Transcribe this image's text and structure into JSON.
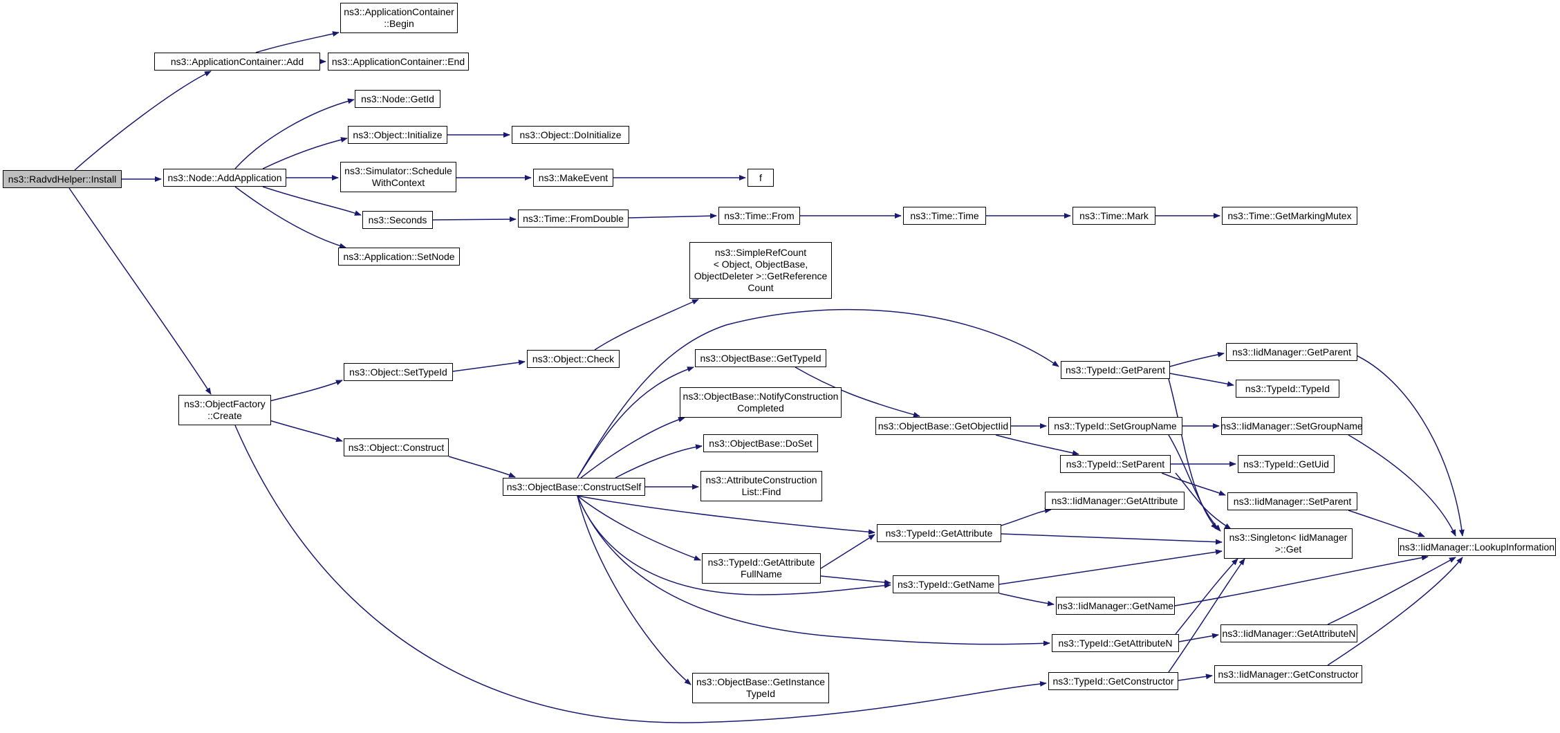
{
  "graph": {
    "edge_color": "#191970",
    "root_fill": "#bfbfbf",
    "node_fill": "#ffffff",
    "node_border": "#000000",
    "nodes": {
      "install": "ns3::RadvdHelper::Install",
      "appcont_add": "ns3::ApplicationContainer::Add",
      "appcont_begin": "ns3::ApplicationContainer\n::Begin",
      "appcont_end": "ns3::ApplicationContainer::End",
      "node_getid": "ns3::Node::GetId",
      "node_addapp": "ns3::Node::AddApplication",
      "obj_initialize": "ns3::Object::Initialize",
      "obj_doinitialize": "ns3::Object::DoInitialize",
      "sim_schedule": "ns3::Simulator::Schedule\nWithContext",
      "make_event": "ns3::MakeEvent",
      "f": "f",
      "seconds": "ns3::Seconds",
      "time_fromdouble": "ns3::Time::FromDouble",
      "time_from": "ns3::Time::From",
      "time_time": "ns3::Time::Time",
      "time_mark": "ns3::Time::Mark",
      "time_mutex": "ns3::Time::GetMarkingMutex",
      "app_setnode": "ns3::Application::SetNode",
      "simplerefcount": "ns3::SimpleRefCount\n< Object, ObjectBase,\nObjectDeleter >::GetReference\nCount",
      "objfactory_create": "ns3::ObjectFactory\n::Create",
      "obj_settypeid": "ns3::Object::SetTypeId",
      "obj_check": "ns3::Object::Check",
      "obj_construct": "ns3::Object::Construct",
      "ob_constructself": "ns3::ObjectBase::ConstructSelf",
      "ob_gettypeid": "ns3::ObjectBase::GetTypeId",
      "ob_notify": "ns3::ObjectBase::NotifyConstruction\nCompleted",
      "ob_doset": "ns3::ObjectBase::DoSet",
      "acl_find": "ns3::AttributeConstruction\nList::Find",
      "typeid_getattrfull": "ns3::TypeId::GetAttribute\nFullName",
      "ob_getinstance": "ns3::ObjectBase::GetInstance\nTypeId",
      "ob_getobjectiid": "ns3::ObjectBase::GetObjectIid",
      "typeid_getparent": "ns3::TypeId::GetParent",
      "typeid_setgroupname": "ns3::TypeId::SetGroupName",
      "typeid_setparent": "ns3::TypeId::SetParent",
      "typeid_getattribute": "ns3::TypeId::GetAttribute",
      "typeid_getname": "ns3::TypeId::GetName",
      "typeid_getattributen": "ns3::TypeId::GetAttributeN",
      "typeid_getconstructor": "ns3::TypeId::GetConstructor",
      "iid_getparent": "ns3::IidManager::GetParent",
      "typeid_typeid": "ns3::TypeId::TypeId",
      "iid_setgroupname": "ns3::IidManager::SetGroupName",
      "typeid_getuid": "ns3::TypeId::GetUid",
      "iid_setparent": "ns3::IidManager::SetParent",
      "iid_getattribute": "ns3::IidManager::GetAttribute",
      "singleton_get": "ns3::Singleton< IidManager\n>::Get",
      "iid_getname": "ns3::IidManager::GetName",
      "iid_getattributen": "ns3::IidManager::GetAttributeN",
      "iid_getconstructor": "ns3::IidManager::GetConstructor",
      "iid_lookup": "ns3::IidManager::LookupInformation"
    }
  }
}
